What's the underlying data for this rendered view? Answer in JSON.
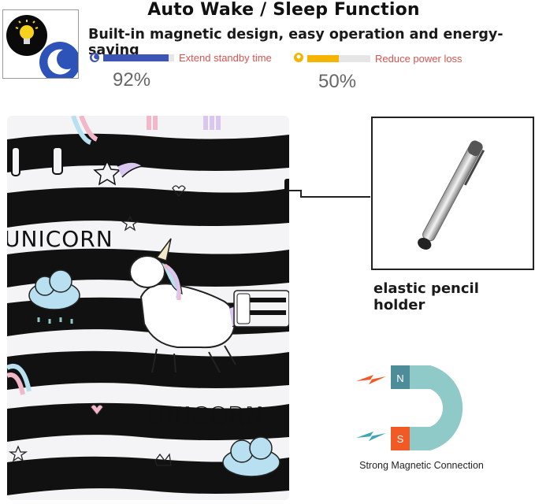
{
  "header": {
    "title": "Auto Wake / Sleep Function",
    "subtitle": "Built-in magnetic design, easy operation and energy-saving"
  },
  "stats": [
    {
      "label": "Extend standby time",
      "value_text": "92%",
      "value": 0.92,
      "color": "#3f55b5",
      "icon": "moon-icon"
    },
    {
      "label": "Reduce power loss",
      "value_text": "50%",
      "value": 0.5,
      "color": "#f5b400",
      "icon": "bulb-icon"
    }
  ],
  "case": {
    "print_text": [
      "UNICORN",
      "UNICORN"
    ],
    "colors": {
      "stripe_dark": "#111111",
      "stripe_light": "#f4f4f6",
      "unicorn_mane": [
        "#b8e0f0",
        "#f2b7c9",
        "#d9c7ef"
      ]
    }
  },
  "stylus": {
    "label": "elastic pencil holder"
  },
  "magnet": {
    "label": "Strong Magnetic Connection",
    "north": "N",
    "south": "S",
    "colors": {
      "magnet": "#8fcac8",
      "north": "#4c8d99",
      "south": "#f15a24",
      "spark_top": "#f15a24",
      "spark_bottom": "#3fa6b5"
    }
  }
}
